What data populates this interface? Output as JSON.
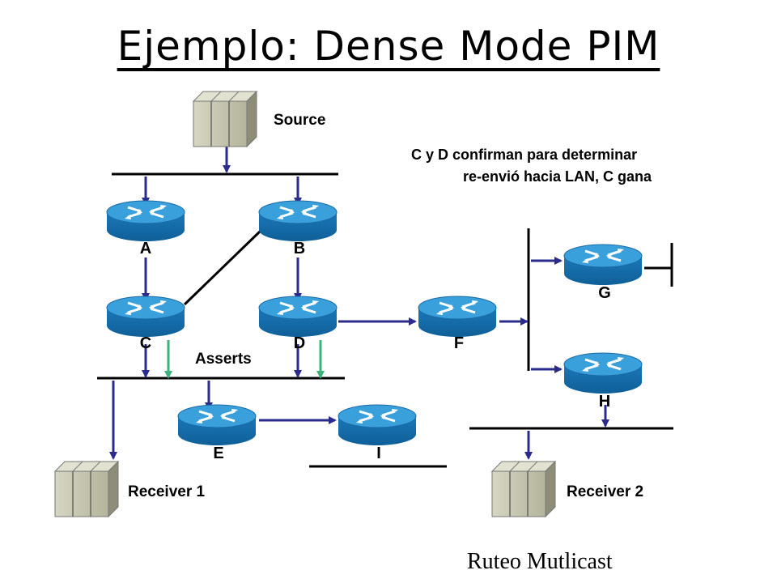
{
  "title": "Ejemplo: Dense Mode PIM",
  "labels": {
    "source": "Source",
    "receiver1": "Receiver 1",
    "receiver2": "Receiver 2",
    "asserts": "Asserts"
  },
  "note": {
    "line1": "C y D confirman para determinar",
    "line2": "re-envió hacia LAN, C gana"
  },
  "footer": "Ruteo Mutlicast",
  "routers": {
    "A": "A",
    "B": "B",
    "C": "C",
    "D": "D",
    "E": "E",
    "F": "F",
    "G": "G",
    "H": "H",
    "I": "I"
  },
  "colors": {
    "router_fill": "#1a7fc4",
    "router_top": "#3aa0dc",
    "arrow": "#2b2b8c",
    "assert_arrow": "#3cb37a",
    "server_fill": "#c9c9b4"
  }
}
